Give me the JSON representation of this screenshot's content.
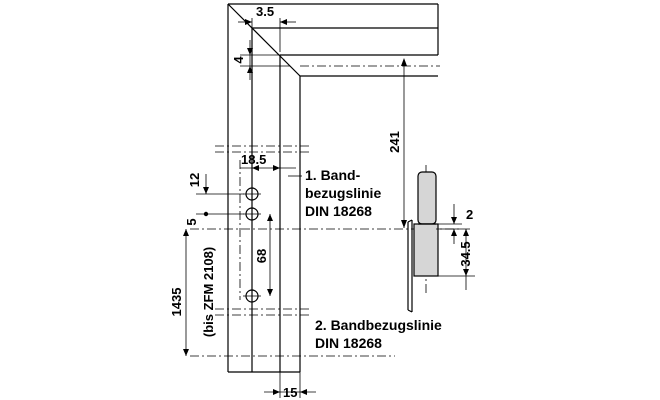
{
  "dimensions": {
    "d_3_5": "3.5",
    "d_4": "4",
    "d_241": "241",
    "d_18_5": "18.5",
    "d_12": "12",
    "d_5": "5",
    "d_68": "68",
    "d_1435": "1435",
    "d_bis_zfm": "(bis ZFM 2108)",
    "d_2": "2",
    "d_34_5": "34.5",
    "d_15": "15"
  },
  "labels": {
    "line1_a": "1. Band-",
    "line1_b": "bezugslinie",
    "line1_c": "DIN 18268",
    "line2_a": "2. Bandbezugslinie",
    "line2_b": "DIN 18268"
  }
}
